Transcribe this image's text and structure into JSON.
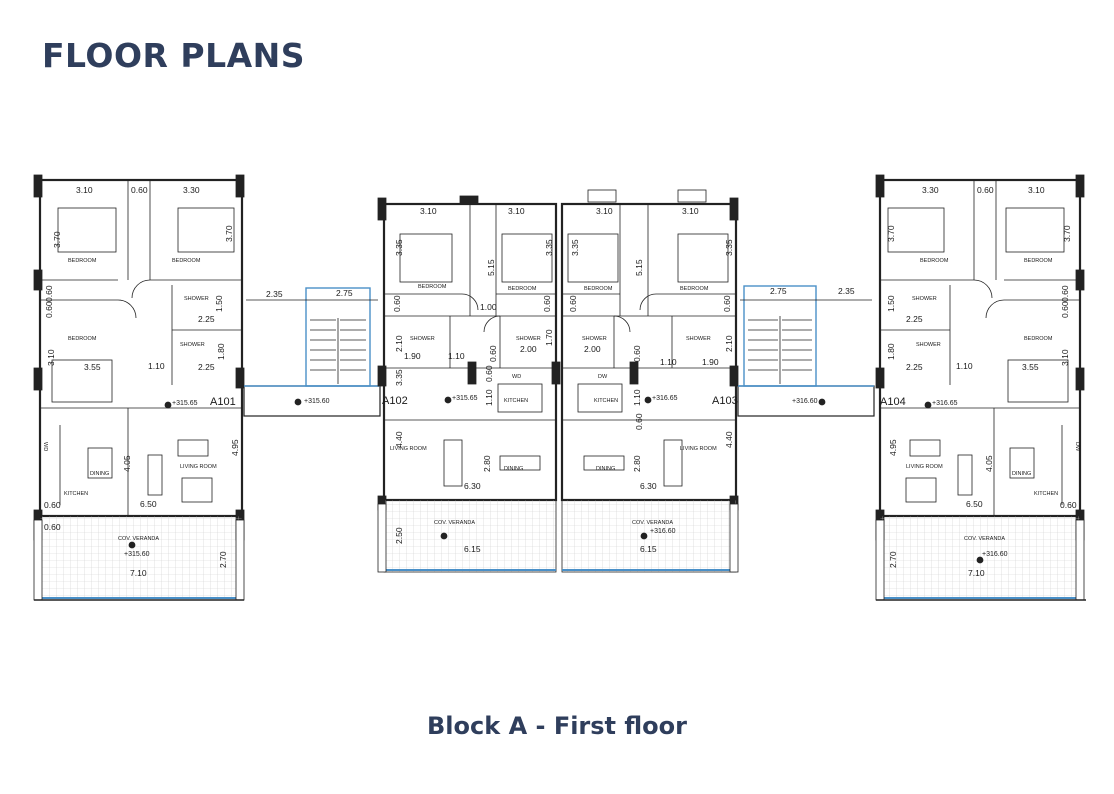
{
  "title": "FLOOR PLANS",
  "caption": "Block A - First floor",
  "colors": {
    "heading": "#2f3e5c",
    "glazing": "#4a90c8"
  },
  "units": {
    "a101": {
      "label": "A101",
      "level": "+315.65",
      "veranda_level": "+315.60",
      "rooms": {
        "bedroom1": "BEDROOM",
        "bedroom2": "BEDROOM",
        "bedroom3": "BEDROOM",
        "shower1": "SHOWER",
        "shower2": "SHOWER",
        "living": "LIVING ROOM",
        "kitchen": "KITCHEN",
        "dining": "DINING",
        "veranda": "COV. VERANDA",
        "wd": "WD"
      },
      "dims": {
        "d1": "3.10",
        "d2": "0.60",
        "d3": "3.30",
        "d4": "3.70",
        "d5": "3.70",
        "d6": "0.60",
        "d7": "0.60",
        "d8": "1.50",
        "d9": "2.25",
        "d10": "3.10",
        "d11": "3.55",
        "d12": "1.10",
        "d13": "1.80",
        "d14": "2.25",
        "d15": "4.05",
        "d16": "4.95",
        "d17": "0.60",
        "d18": "6.50",
        "d19": "2.70",
        "d20": "7.10",
        "d21": "0.60"
      }
    },
    "a102": {
      "label": "A102",
      "level": "+315.65",
      "rooms": {
        "bedroom1": "BEDROOM",
        "bedroom2": "BEDROOM",
        "shower1": "SHOWER",
        "shower2": "SHOWER",
        "kitchen": "KITCHEN",
        "living": "LIVING ROOM",
        "dining": "DINING",
        "veranda": "COV. VERANDA",
        "wd": "WD"
      },
      "dims": {
        "d1": "3.10",
        "d2": "3.10",
        "d3": "3.35",
        "d4": "5.15",
        "d5": "3.35",
        "d6": "0.60",
        "d7": "1.00",
        "d8": "0.60",
        "d9": "2.10",
        "d10": "1.90",
        "d11": "1.10",
        "d12": "2.00",
        "d13": "0.60",
        "d14": "1.70",
        "d15": "3.35",
        "d16": "0.60",
        "d17": "1.10",
        "d18": "4.40",
        "d19": "2.80",
        "d20": "6.30",
        "d21": "2.50",
        "d22": "6.15"
      }
    },
    "a103": {
      "label": "A103",
      "level": "+316.65",
      "veranda_level": "+316.60",
      "rooms": {
        "bedroom1": "BEDROOM",
        "bedroom2": "BEDROOM",
        "shower1": "SHOWER",
        "shower2": "SHOWER",
        "kitchen": "KITCHEN",
        "living": "LIVING ROOM",
        "dining": "DINING",
        "veranda": "COV. VERANDA",
        "wd": "DW"
      },
      "dims": {
        "d1": "3.10",
        "d2": "3.10",
        "d3": "3.35",
        "d4": "5.15",
        "d5": "3.35",
        "d6": "0.60",
        "d7": "0.60",
        "d8": "2.00",
        "d9": "1.10",
        "d10": "1.90",
        "d11": "2.10",
        "d12": "0.60",
        "d13": "1.10",
        "d14": "0.60",
        "d15": "4.40",
        "d16": "2.80",
        "d17": "6.30",
        "d18": "6.15"
      }
    },
    "a104": {
      "label": "A104",
      "level": "+316.65",
      "veranda_level": "+316.60",
      "rooms": {
        "bedroom1": "BEDROOM",
        "bedroom2": "BEDROOM",
        "bedroom3": "BEDROOM",
        "shower1": "SHOWER",
        "shower2": "SHOWER",
        "living": "LIVING ROOM",
        "kitchen": "KITCHEN",
        "dining": "DINING",
        "veranda": "COV. VERANDA",
        "wd": "DW"
      },
      "dims": {
        "d1": "3.30",
        "d2": "0.60",
        "d3": "3.10",
        "d4": "3.70",
        "d5": "3.70",
        "d6": "1.50",
        "d7": "0.60",
        "d8": "0.60",
        "d9": "2.25",
        "d10": "1.80",
        "d11": "2.25",
        "d12": "1.10",
        "d13": "3.55",
        "d14": "3.10",
        "d15": "4.95",
        "d16": "4.05",
        "d17": "6.50",
        "d18": "2.70",
        "d19": "7.10",
        "d20": "0.60"
      }
    }
  },
  "corridors": {
    "left": {
      "level": "+315.60",
      "dim_a": "2.35",
      "dim_b": "2.75"
    },
    "right": {
      "level": "+316.60",
      "dim_a": "2.75",
      "dim_b": "2.35"
    }
  }
}
